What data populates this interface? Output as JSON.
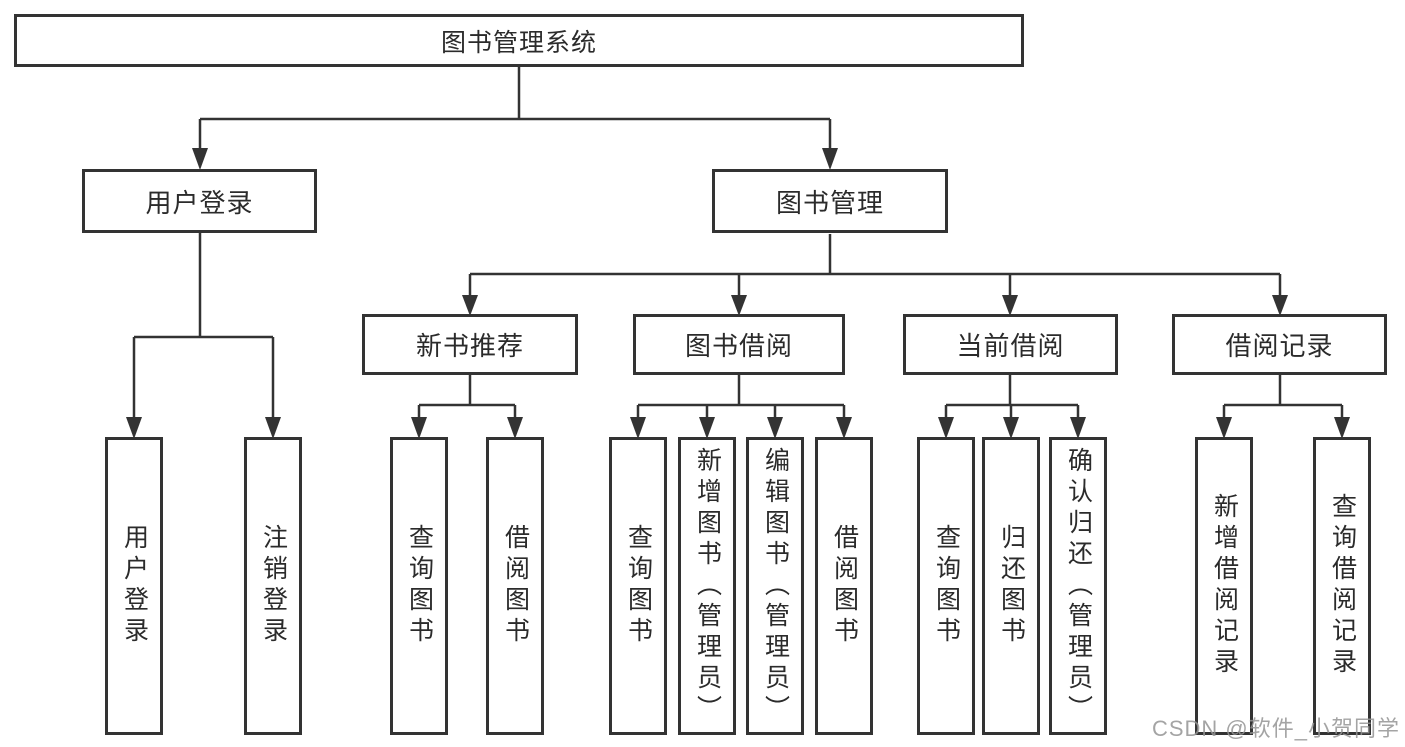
{
  "diagram": {
    "type": "hierarchy-tree",
    "tree": {
      "root": {
        "label": "图书管理系统"
      },
      "branches": [
        {
          "label": "用户登录",
          "children": [
            {
              "label": "用户登录"
            },
            {
              "label": "注销登录"
            }
          ]
        },
        {
          "label": "图书管理",
          "children": [
            {
              "label": "新书推荐",
              "children": [
                {
                  "label": "查询图书"
                },
                {
                  "label": "借阅图书"
                }
              ]
            },
            {
              "label": "图书借阅",
              "children": [
                {
                  "label": "查询图书"
                },
                {
                  "label": "新增图书（管理员）"
                },
                {
                  "label": "编辑图书（管理员）"
                },
                {
                  "label": "借阅图书"
                }
              ]
            },
            {
              "label": "当前借阅",
              "children": [
                {
                  "label": "查询图书"
                },
                {
                  "label": "归还图书"
                },
                {
                  "label": "确认归还（管理员）"
                }
              ]
            },
            {
              "label": "借阅记录",
              "children": [
                {
                  "label": "新增借阅记录"
                },
                {
                  "label": "查询借阅记录"
                }
              ]
            }
          ]
        }
      ]
    },
    "colors": {
      "line": "#333333",
      "box_border": "#333333",
      "text": "#2b2b2b",
      "background": "#ffffff",
      "watermark": "#949494"
    }
  },
  "watermark": "CSDN @软件_小贺同学"
}
